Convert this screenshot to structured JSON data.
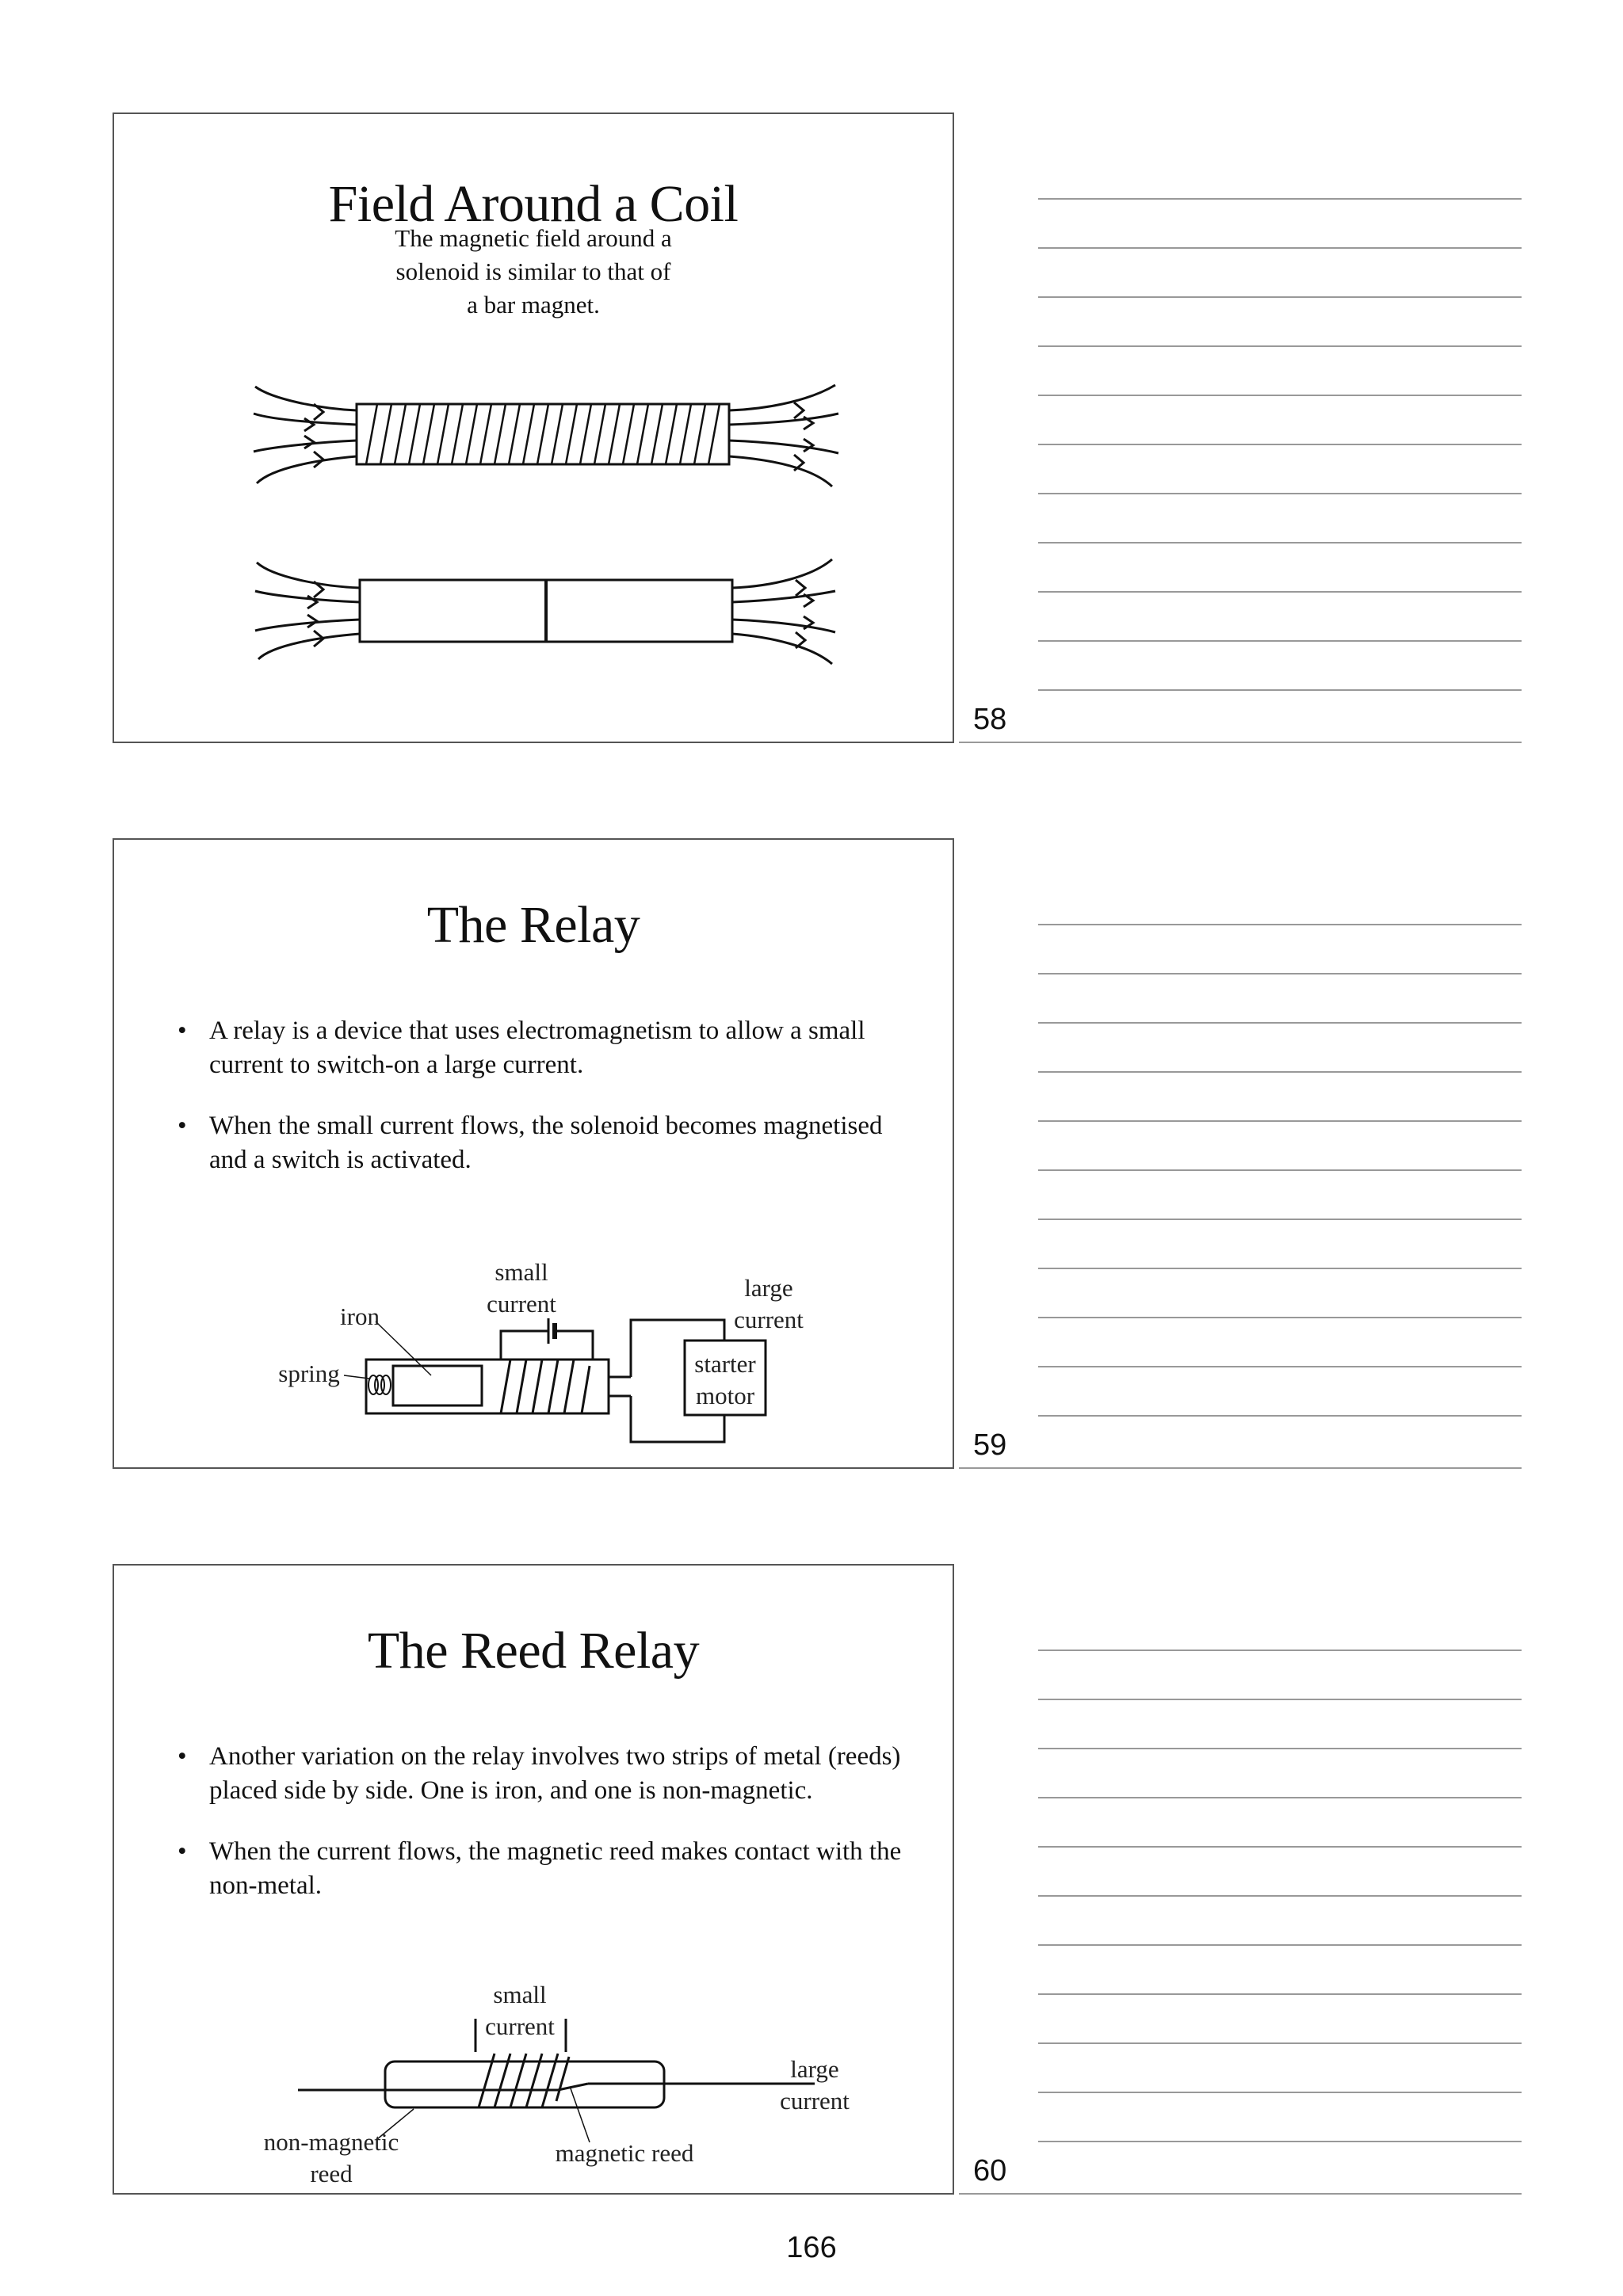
{
  "slides": [
    {
      "number": "58",
      "title": "Field Around a Coil",
      "subtitle_lines": [
        "The magnetic field around a",
        "solenoid is similar to that of",
        "a bar magnet."
      ]
    },
    {
      "number": "59",
      "title": "The Relay",
      "bullets": [
        "A relay is a device that uses electromagnetism to allow a small current to switch-on a large current.",
        "When the small current flows, the solenoid becomes magnetised and a switch is activated."
      ],
      "diagram_labels": {
        "small_current_1": "small",
        "small_current_2": "current",
        "large_current_1": "large",
        "large_current_2": "current",
        "iron": "iron",
        "spring": "spring",
        "starter_1": "starter",
        "starter_2": "motor"
      }
    },
    {
      "number": "60",
      "title": "The Reed Relay",
      "bullets": [
        "Another variation on the relay involves two strips of metal (reeds) placed side by side.  One is iron, and one is non-magnetic.",
        "When the current flows, the magnetic reed makes contact with the non-metal."
      ],
      "diagram_labels": {
        "small_current_1": "small",
        "small_current_2": "current",
        "large_current_1": "large",
        "large_current_2": "current",
        "nonmagnetic_1": "non-magnetic",
        "nonmagnetic_2": "reed",
        "magnetic_reed": "magnetic reed"
      }
    }
  ],
  "page_number": "166"
}
